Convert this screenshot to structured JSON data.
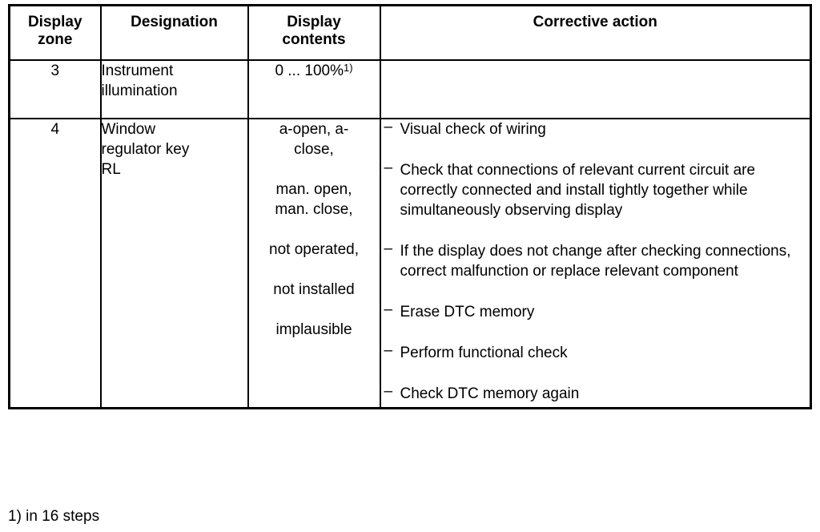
{
  "table": {
    "columns": [
      {
        "key": "zone",
        "label": "Display zone",
        "label_lines": [
          "Display",
          "zone"
        ]
      },
      {
        "key": "desig",
        "label": "Designation",
        "label_lines": [
          "Designation"
        ]
      },
      {
        "key": "contents",
        "label": "Display contents",
        "label_lines": [
          "Display",
          "contents"
        ]
      },
      {
        "key": "action",
        "label": "Corrective action",
        "label_lines": [
          "Corrective action"
        ]
      }
    ],
    "rows": [
      {
        "zone": "3",
        "designation_lines": [
          "Instrument",
          "illumination"
        ],
        "contents_lines": [
          "0 ... 100%"
        ],
        "contents_footnote_marker": "1)",
        "actions": []
      },
      {
        "zone": "4",
        "designation_lines": [
          "Window",
          "regulator key",
          "RL"
        ],
        "contents_groups": [
          [
            "a-open, a-",
            "close,"
          ],
          [
            "man. open,",
            "man. close,"
          ],
          [
            "not operated,"
          ],
          [
            "not installed"
          ],
          [
            "implausible"
          ]
        ],
        "actions": [
          "Visual check of wiring",
          "Check that connections of relevant current circuit are correctly connected and install tightly together while simultaneously observing display",
          "If the display does not change after checking connections, correct malfunction or replace relevant component",
          "Erase DTC memory",
          "Perform functional check",
          "Check DTC memory again"
        ]
      }
    ]
  },
  "bullet_glyph": "–",
  "footnote": "1) in 16 steps",
  "colors": {
    "text": "#000000",
    "background": "#ffffff",
    "border": "#000000"
  }
}
